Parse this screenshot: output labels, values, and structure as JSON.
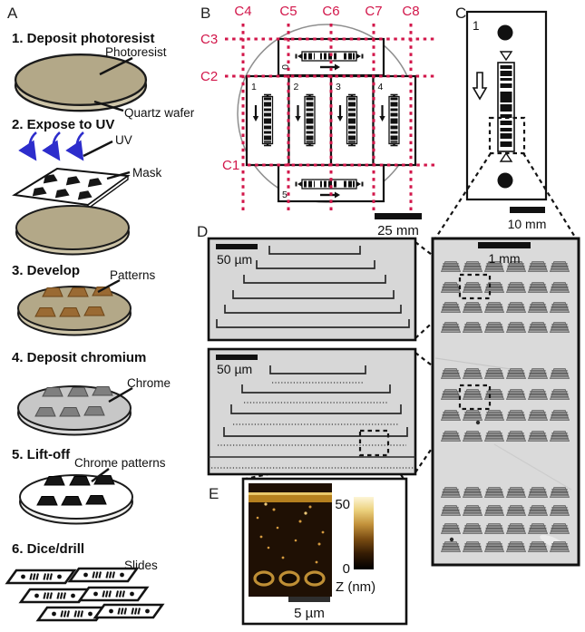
{
  "panel_a": {
    "label": "A",
    "step1_title": "1. Deposit photoresist",
    "photoresist_label": "Photoresist",
    "quartz_label": "Quartz wafer",
    "step2_title": "2. Expose to UV",
    "uv_label": "UV",
    "mask_label": "Mask",
    "step3_title": "3. Develop",
    "patterns_label": "Patterns",
    "step4_title": "4. Deposit chromium",
    "chrome_label": "Chrome",
    "step5_title": "5. Lift-off",
    "chrome_patterns_label": "Chrome patterns",
    "step6_title": "6. Dice/drill",
    "slides_label": "Slides"
  },
  "panel_b": {
    "label": "B",
    "col_cut_labels": [
      "C4",
      "C5",
      "C6",
      "C7",
      "C8"
    ],
    "row_cut_labels": [
      "C3",
      "C2",
      "C1"
    ],
    "slide_numbers": [
      "1",
      "2",
      "3",
      "4"
    ],
    "slide_top_number": "0",
    "slide_bottom_number": "5",
    "scale_bar": "25 mm"
  },
  "panel_c": {
    "label": "C",
    "slide_number": "1",
    "scale_bar": "10 mm"
  },
  "panel_d": {
    "label": "D",
    "scale_bar_top_micrograph": "50 µm",
    "scale_bar_bottom_micrograph": "50 µm",
    "scale_bar_right_micrograph": "1 mm"
  },
  "panel_e": {
    "label": "E",
    "colorbar_max": "50",
    "colorbar_min": "0",
    "colorbar_axis": "Z (nm)",
    "scale_bar": "5 µm"
  },
  "colors": {
    "cut_line_red": "#d2164a",
    "wafer_tan": "#b3a888",
    "uv_blue": "#2d2dcc",
    "afm_gold": "#c08627",
    "micrograph_gray": "#d8d8d8"
  }
}
